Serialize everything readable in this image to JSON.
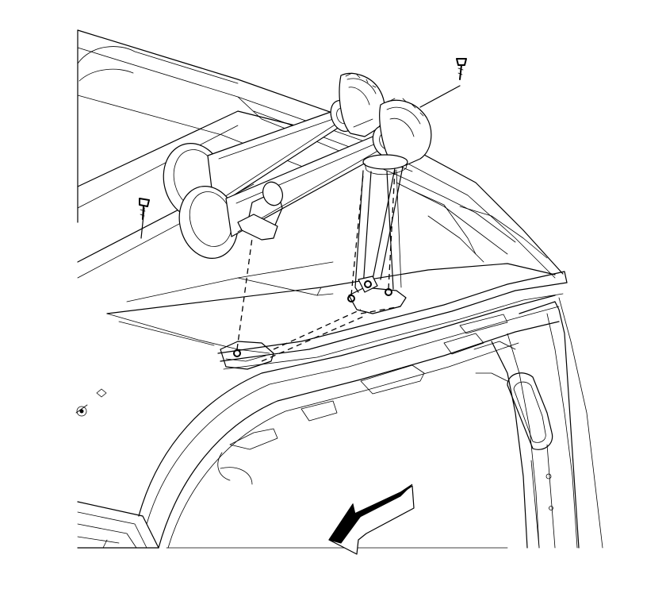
{
  "figure": {
    "background": "#ffffff",
    "line_color": "#000000",
    "parts": [
      "vehicle-roof-panel",
      "roof-rail",
      "front-air-horn",
      "rear-air-horn",
      "horn-mounting-bracket",
      "horn-air-hose",
      "bolt",
      "door-opening-pillar"
    ],
    "arrow_icon": "forward-direction-arrow-icon"
  }
}
